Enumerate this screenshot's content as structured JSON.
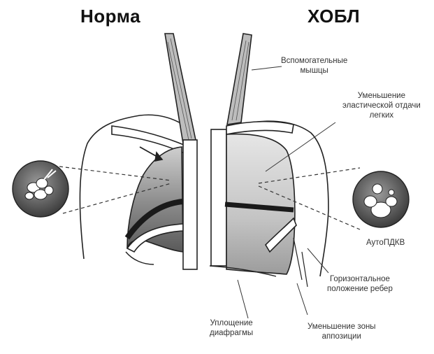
{
  "titles": {
    "left": "Норма",
    "right": "ХОБЛ"
  },
  "annotations": {
    "accessory_muscles": [
      "Вспомогательные",
      "мышцы"
    ],
    "elastic_recoil": [
      "Уменьшение",
      "эластической отдачи",
      "легких"
    ],
    "auto_peep": "АутоПДКВ",
    "horizontal_ribs": [
      "Горизонтальное",
      "положение ребер"
    ],
    "flattened_diaphragm": [
      "Уплощение",
      "диафрагмы"
    ],
    "apposition_zone": [
      "Уменьшение зоны",
      "аппозиции"
    ]
  },
  "colors": {
    "outline": "#222222",
    "lung_dark": "#5f5f5f",
    "lung_mid": "#9a9a9a",
    "lung_light": "#d9d9d9",
    "background": "#ffffff"
  }
}
